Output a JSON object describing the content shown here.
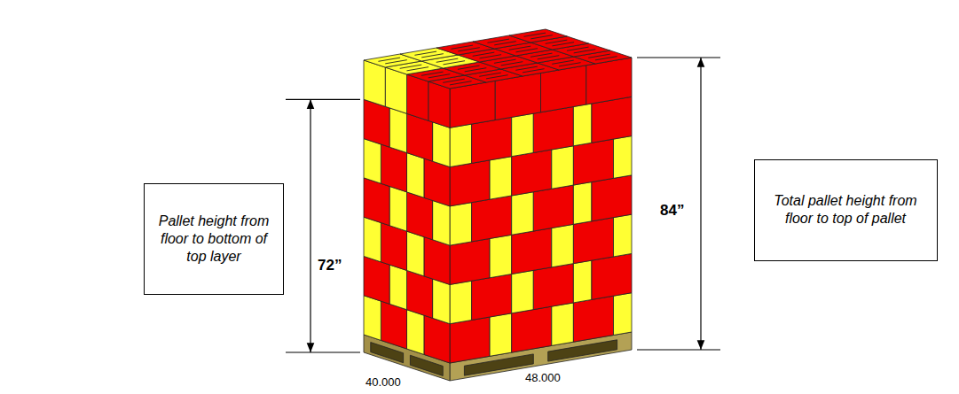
{
  "diagram": {
    "nodes": [
      {
        "text": [
          "Pallet height from floor to bottom of top layer"
        ]
      },
      {
        "text": [
          "Total pallet height from floor to top of pallet"
        ]
      }
    ],
    "labels": [
      "72”",
      "84”",
      "40.000",
      "48.000"
    ]
  }
}
